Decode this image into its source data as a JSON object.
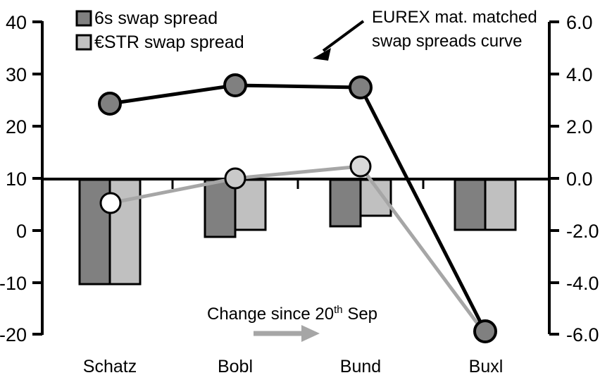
{
  "chart_data": {
    "type": "bar",
    "title": "",
    "subtitle": "",
    "xlabel": "",
    "ylabel": "",
    "categories": [
      "Schatz",
      "Bobl",
      "Bund",
      "Buxl"
    ],
    "left_axis": {
      "ticks": [
        "40",
        "30",
        "20",
        "10",
        "0",
        "-10",
        "-20"
      ],
      "tick_values": [
        40,
        30,
        20,
        10,
        0,
        -10,
        -20
      ],
      "ylim": [
        -20,
        40
      ],
      "applies_to": "bars"
    },
    "right_axis": {
      "ticks": [
        "6.0",
        "4.0",
        "2.0",
        "0.0",
        "-2.0",
        "-4.0",
        "-6.0"
      ],
      "tick_values": [
        6.0,
        4.0,
        2.0,
        0.0,
        -2.0,
        -4.0,
        -6.0
      ],
      "ylim": [
        -6.0,
        6.0
      ],
      "applies_to": "lines"
    },
    "grid": false,
    "legend_position": "top-left",
    "series": [
      {
        "name": "6s swap spread",
        "kind": "bar",
        "axis": "left",
        "color": "#808080",
        "values": [
          -10.3,
          -0.1,
          1.9,
          1.1
        ]
      },
      {
        "name": "€STR swap spread",
        "kind": "bar",
        "axis": "left",
        "color": "#c0c0c0",
        "values": [
          -10.3,
          0.9,
          3.4,
          1.1
        ]
      },
      {
        "name": "EUREX mat. matched swap spreads curve",
        "kind": "line",
        "axis": "right",
        "color": "#000000",
        "marker_fill": "#808080",
        "values": [
          2.9,
          3.65,
          3.55,
          -5.45
        ]
      },
      {
        "name": "Change since 20th Sep",
        "kind": "line",
        "axis": "right",
        "color": "#a6a6a6",
        "marker_fill": "#d9d9d9",
        "values": [
          -0.85,
          0.05,
          0.45,
          -6.0
        ]
      }
    ],
    "annotations": [
      {
        "id": "eurex-callout",
        "text_line1": "EUREX mat. matched",
        "text_line2": "swap spreads curve",
        "arrow": "diagonal-down-left"
      },
      {
        "id": "change-callout",
        "text_prefix": "Change since 20",
        "text_sup": "th",
        "text_suffix": " Sep",
        "arrow": "right"
      }
    ]
  },
  "legend": {
    "items": [
      {
        "label": "6s swap spread",
        "color": "#808080"
      },
      {
        "label": "€STR swap spread",
        "color": "#c0c0c0"
      }
    ]
  },
  "colors": {
    "dark_bar": "#808080",
    "light_bar": "#c0c0c0",
    "black_line": "#000000",
    "gray_line": "#a6a6a6",
    "gray_marker": "#d9d9d9",
    "dark_marker": "#808080",
    "axis": "#000000"
  }
}
